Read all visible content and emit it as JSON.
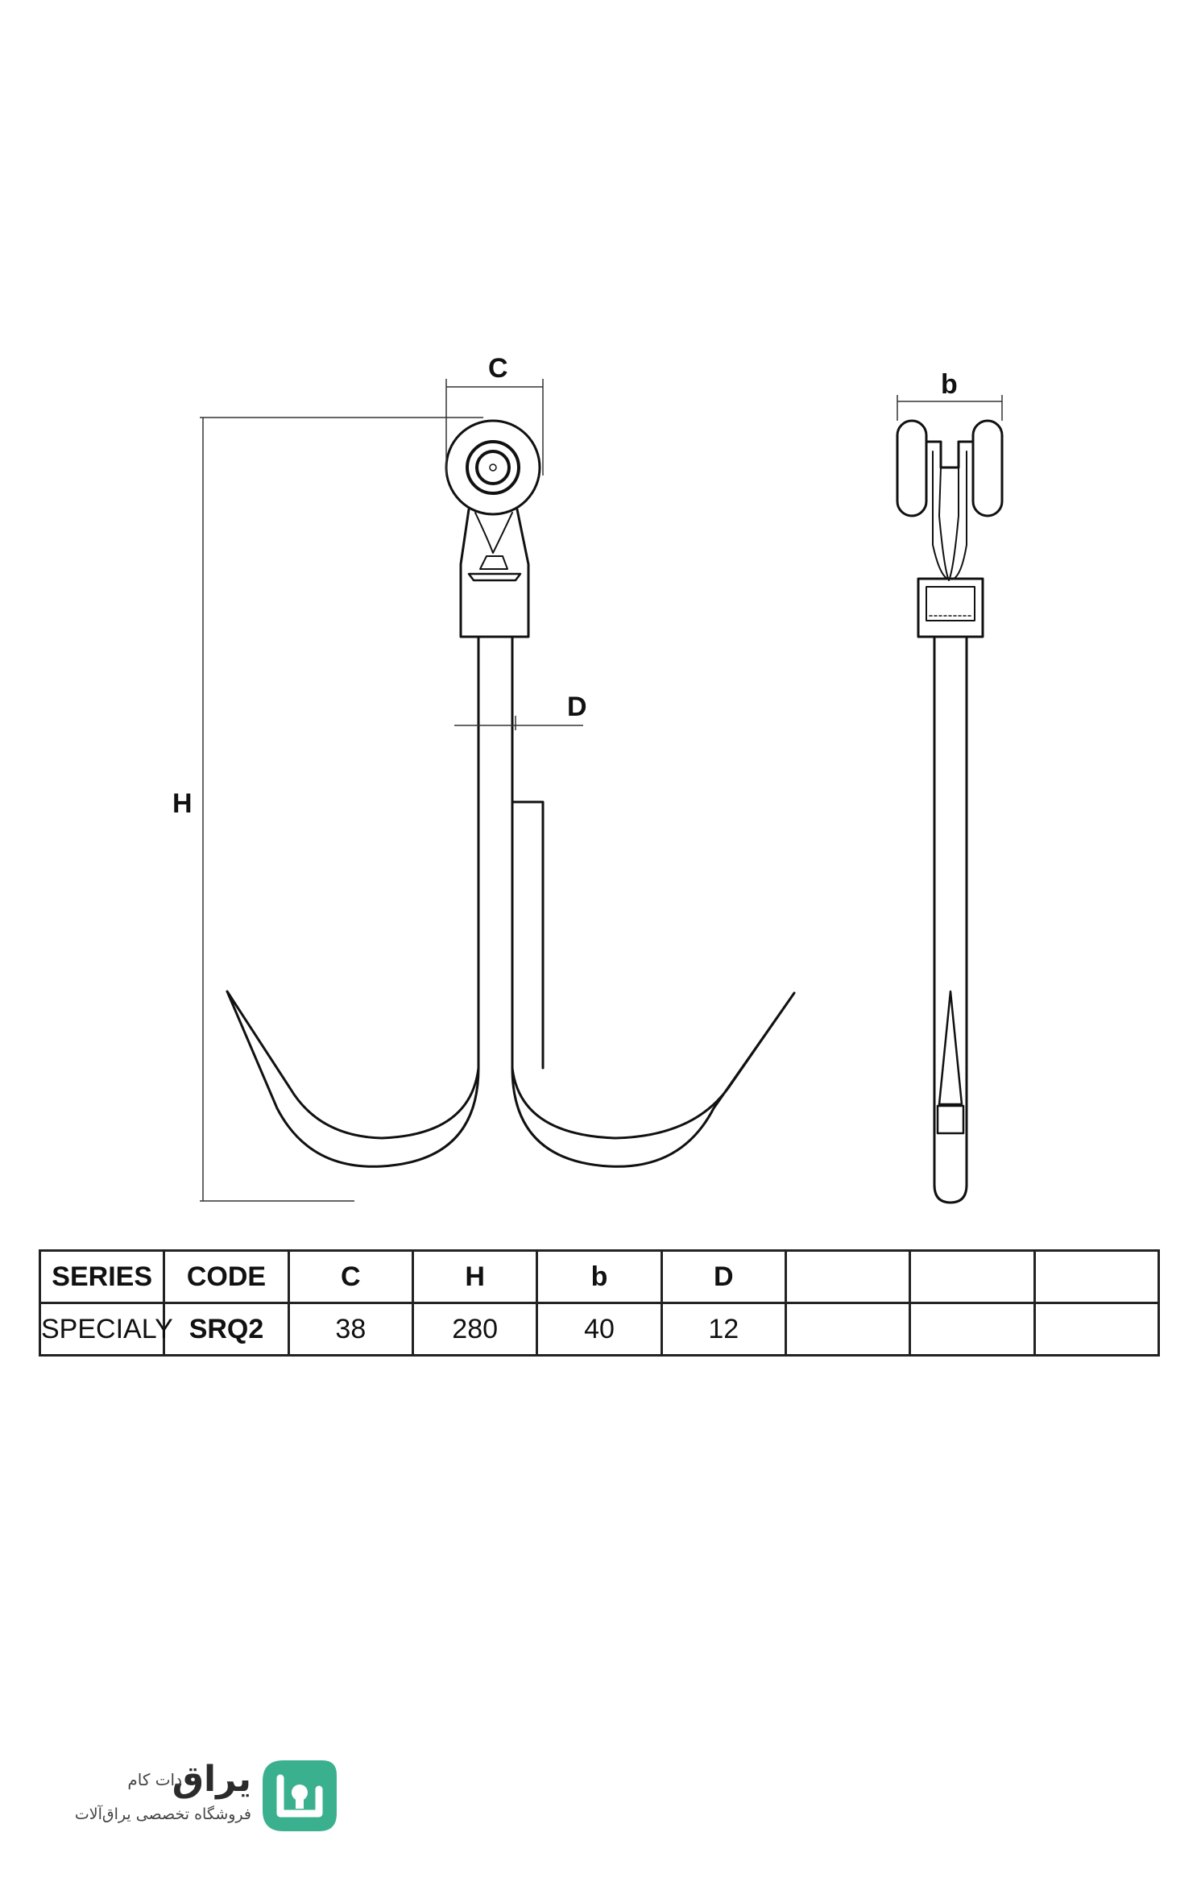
{
  "dimensions": {
    "front": {
      "c_label": "C",
      "h_label": "H",
      "d_label": "D"
    },
    "side": {
      "b_label": "b"
    }
  },
  "table": {
    "headers": [
      "SERIES",
      "CODE",
      "C",
      "H",
      "b",
      "D",
      "",
      "",
      ""
    ],
    "row": [
      "SPECIALY",
      "SRQ2",
      "38",
      "280",
      "40",
      "12",
      "",
      "",
      ""
    ]
  },
  "brand": {
    "name": "یراق",
    "suffix": "دات کام",
    "tagline": "فروشگاه تخصصی یراق‌آلات",
    "accent_color": "#3bb08f",
    "logo_icon": "keyhole-logo-icon"
  }
}
